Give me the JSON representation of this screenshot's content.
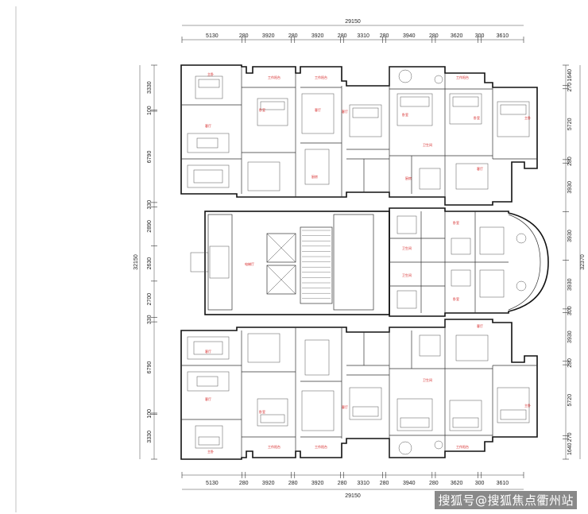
{
  "drawing": {
    "top_total": "29150",
    "bottom_total": "29150",
    "top_dims": [
      "5130",
      "280",
      "3920",
      "280",
      "3920",
      "280",
      "3310",
      "280",
      "3940",
      "280",
      "3620",
      "300",
      "3610"
    ],
    "bottom_dims": [
      "5130",
      "280",
      "3920",
      "280",
      "3920",
      "280",
      "3310",
      "280",
      "3940",
      "280",
      "3620",
      "300",
      "3610"
    ],
    "left_total": "32150",
    "left_dims": [
      "3330",
      "100",
      "6790",
      "330",
      "2890",
      "2630",
      "2700",
      "330",
      "6790",
      "100",
      "3330"
    ],
    "right_total": "32370",
    "right_dims": [
      "1640",
      "270",
      "5720",
      "280",
      "3930",
      "3930",
      "3930",
      "300",
      "3930",
      "280",
      "5720",
      "270",
      "1640"
    ],
    "room_labels": {
      "bedroom": "卧室",
      "master": "主卧",
      "living": "客厅",
      "kitchen": "厨房",
      "bath": "卫生间",
      "elevator_hall": "电梯厅",
      "balcony": "工作阳台"
    }
  },
  "watermark": "搜狐号@搜狐焦点衢州站",
  "colors": {
    "wall": "#111111",
    "label": "#d42020",
    "background": "#ffffff"
  }
}
